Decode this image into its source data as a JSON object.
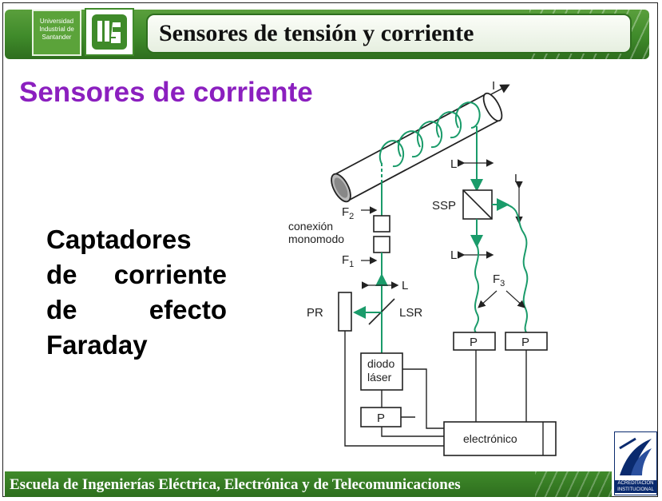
{
  "header": {
    "university_logo_text": [
      "Universidad",
      "Industrial de",
      "Santander"
    ],
    "uis_logo_text": "UIS",
    "title": "Sensores de tensión y corriente"
  },
  "subtitle": "Sensores de corriente",
  "body_lines": [
    "Captadores",
    "de corriente",
    "de efecto",
    "Faraday"
  ],
  "diagram": {
    "current": "I",
    "L": "L",
    "F1": "F",
    "F1_sub": "1",
    "F2": "F",
    "F2_sub": "2",
    "F3": "F",
    "F3_sub": "3",
    "connection_line1": "conexión",
    "connection_line2": "monomodo",
    "ssp": "SSP",
    "pr": "PR",
    "lsr": "LSR",
    "diode_line1": "diodo",
    "diode_line2": "láser",
    "p": "P",
    "electronics": "electrónico",
    "fiber_color": "#1a9b6a"
  },
  "footer": {
    "text": "Escuela de Ingenierías Eléctrica, Electrónica y de Telecomunicaciones",
    "accreditation": "ACREDITACIÓN INSTITUCIONAL"
  }
}
